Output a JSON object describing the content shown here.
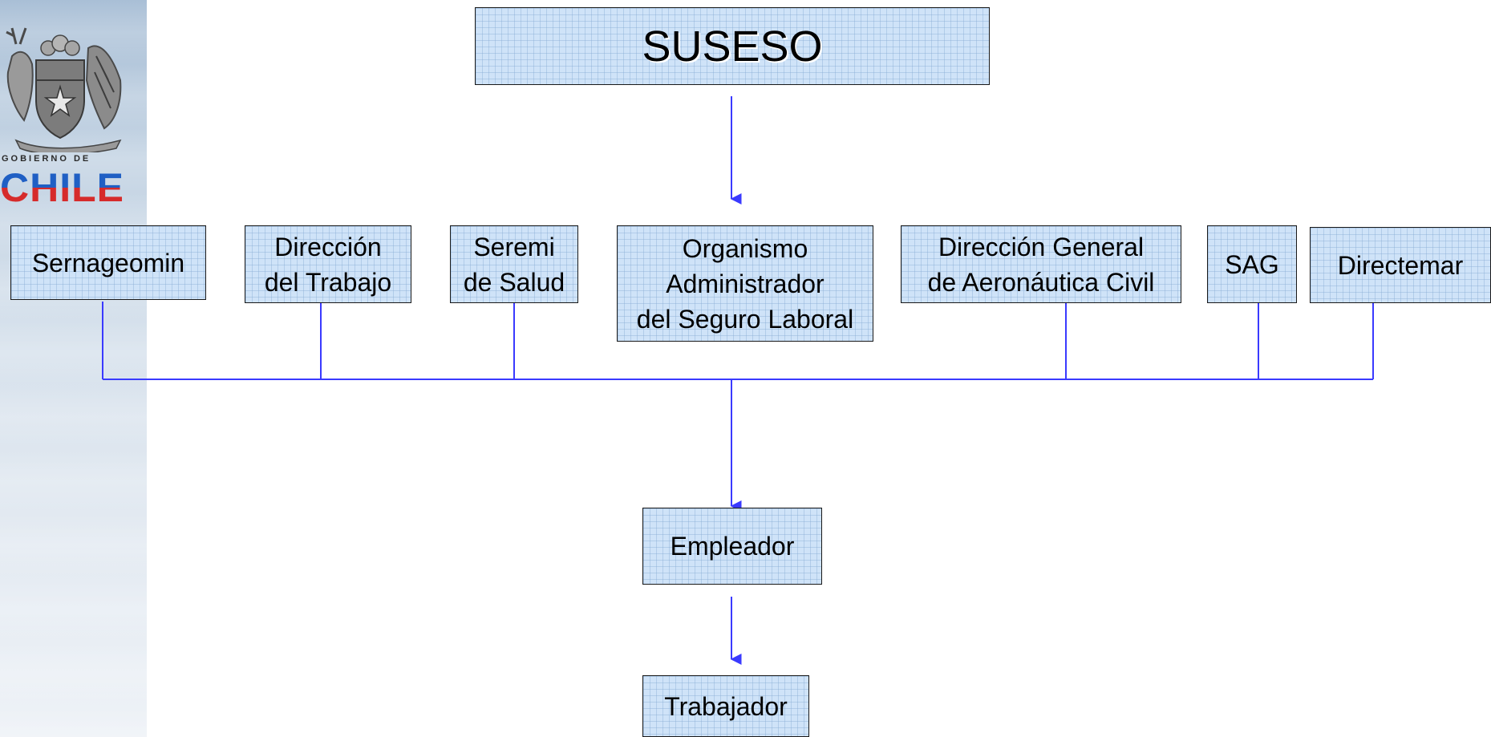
{
  "logo": {
    "small_text": "GOBIERNO DE",
    "big_text": "CHILE"
  },
  "diagram": {
    "top": "SUSESO",
    "agencies": [
      "Sernageomin",
      "Dirección\ndel Trabajo",
      "Seremi\nde Salud",
      "Organismo\nAdministrador\ndel Seguro Laboral",
      "Dirección General\nde Aeronáutica Civil",
      "SAG",
      "Directemar"
    ],
    "employer": "Empleador",
    "worker": "Trabajador"
  },
  "colors": {
    "box_fill": "#cfe3f8",
    "connector": "#3a3aff",
    "border": "#1a1a1a"
  }
}
